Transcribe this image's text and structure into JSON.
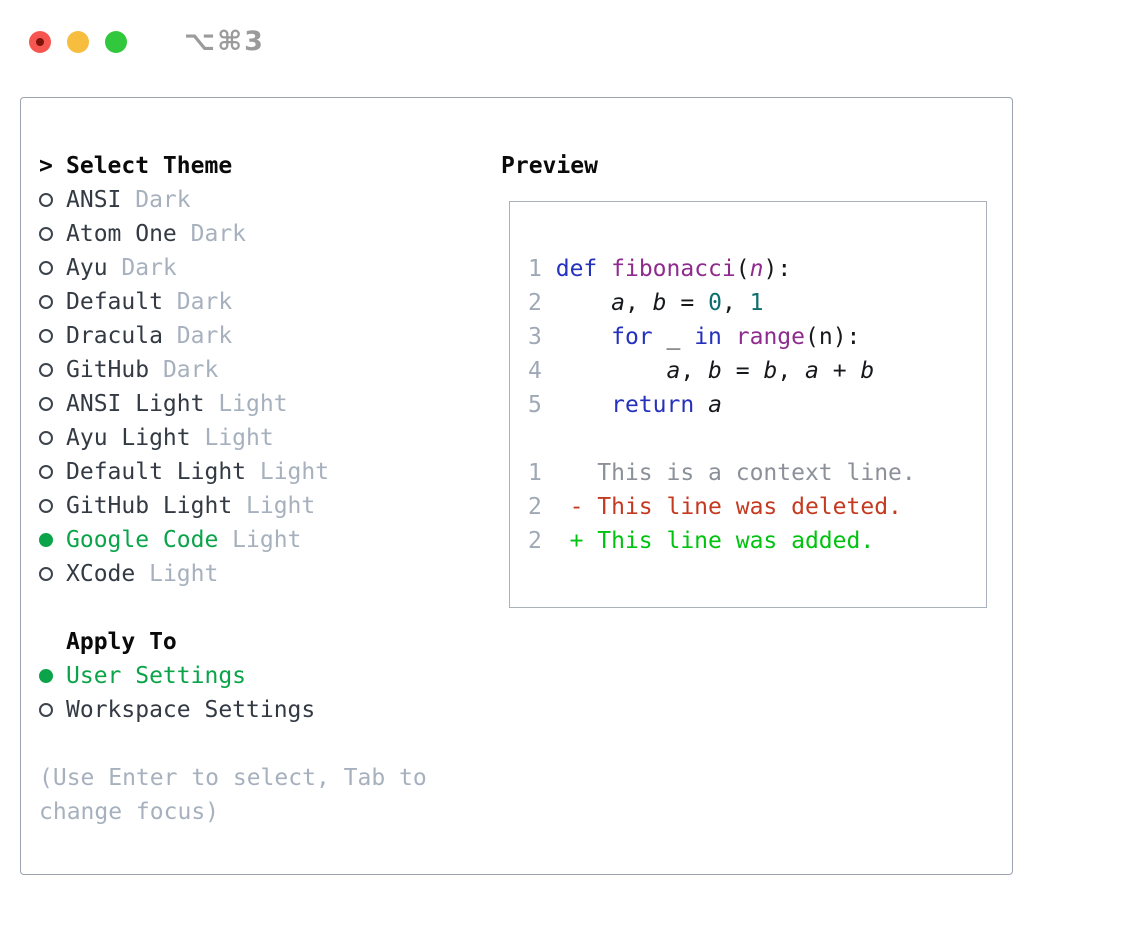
{
  "window": {
    "title": "⌥⌘3"
  },
  "themePicker": {
    "prompt": ">",
    "title": "Select Theme",
    "items": [
      {
        "name": "ANSI",
        "tag": "Dark",
        "selected": false
      },
      {
        "name": "Atom One",
        "tag": "Dark",
        "selected": false
      },
      {
        "name": "Ayu",
        "tag": "Dark",
        "selected": false
      },
      {
        "name": "Default",
        "tag": "Dark",
        "selected": false
      },
      {
        "name": "Dracula",
        "tag": "Dark",
        "selected": false
      },
      {
        "name": "GitHub",
        "tag": "Dark",
        "selected": false
      },
      {
        "name": "ANSI Light",
        "tag": "Light",
        "selected": false
      },
      {
        "name": "Ayu Light",
        "tag": "Light",
        "selected": false
      },
      {
        "name": "Default Light",
        "tag": "Light",
        "selected": false
      },
      {
        "name": "GitHub Light",
        "tag": "Light",
        "selected": false
      },
      {
        "name": "Google Code",
        "tag": "Light",
        "selected": true
      },
      {
        "name": "XCode",
        "tag": "Light",
        "selected": false
      }
    ]
  },
  "applyTo": {
    "title": "Apply To",
    "options": [
      {
        "label": "User Settings",
        "selected": true
      },
      {
        "label": "Workspace Settings",
        "selected": false
      }
    ]
  },
  "footer": {
    "hint": "(Use Enter to select, Tab to\nchange focus)"
  },
  "preview": {
    "title": "Preview",
    "lines": [
      {
        "tokens": [
          {
            "t": "1",
            "c": "ln"
          },
          {
            "t": " ",
            "c": "pl"
          },
          {
            "t": "def",
            "c": "kw"
          },
          {
            "t": " ",
            "c": "pl"
          },
          {
            "t": "fibonacci",
            "c": "fn"
          },
          {
            "t": "(",
            "c": "pl"
          },
          {
            "t": "n",
            "c": "pr"
          },
          {
            "t": "):",
            "c": "pl"
          }
        ]
      },
      {
        "tokens": [
          {
            "t": "2",
            "c": "ln"
          },
          {
            "t": "     ",
            "c": "pl"
          },
          {
            "t": "a",
            "c": "var"
          },
          {
            "t": ", ",
            "c": "pl"
          },
          {
            "t": "b",
            "c": "var"
          },
          {
            "t": " = ",
            "c": "pl"
          },
          {
            "t": "0",
            "c": "lit"
          },
          {
            "t": ", ",
            "c": "pl"
          },
          {
            "t": "1",
            "c": "lit"
          }
        ]
      },
      {
        "tokens": [
          {
            "t": "3",
            "c": "ln"
          },
          {
            "t": "     ",
            "c": "pl"
          },
          {
            "t": "for",
            "c": "kw"
          },
          {
            "t": " _ ",
            "c": "pl"
          },
          {
            "t": "in",
            "c": "kw"
          },
          {
            "t": " ",
            "c": "pl"
          },
          {
            "t": "range",
            "c": "fn"
          },
          {
            "t": "(n):",
            "c": "pl"
          }
        ]
      },
      {
        "tokens": [
          {
            "t": "4",
            "c": "ln"
          },
          {
            "t": "         ",
            "c": "pl"
          },
          {
            "t": "a",
            "c": "var"
          },
          {
            "t": ", ",
            "c": "pl"
          },
          {
            "t": "b",
            "c": "var"
          },
          {
            "t": " = ",
            "c": "pl"
          },
          {
            "t": "b",
            "c": "var"
          },
          {
            "t": ", ",
            "c": "pl"
          },
          {
            "t": "a",
            "c": "var"
          },
          {
            "t": " + ",
            "c": "pl"
          },
          {
            "t": "b",
            "c": "var"
          }
        ]
      },
      {
        "tokens": [
          {
            "t": "5",
            "c": "ln"
          },
          {
            "t": "     ",
            "c": "pl"
          },
          {
            "t": "return",
            "c": "kw"
          },
          {
            "t": " ",
            "c": "pl"
          },
          {
            "t": "a",
            "c": "var"
          }
        ]
      },
      {
        "tokens": []
      },
      {
        "tokens": [
          {
            "t": "1",
            "c": "ln"
          },
          {
            "t": "    ",
            "c": "pl"
          },
          {
            "t": "This is a context line.",
            "c": "ctx"
          }
        ]
      },
      {
        "tokens": [
          {
            "t": "2",
            "c": "ln"
          },
          {
            "t": "  ",
            "c": "pl"
          },
          {
            "t": "- This line was deleted.",
            "c": "del"
          }
        ]
      },
      {
        "tokens": [
          {
            "t": "2",
            "c": "ln"
          },
          {
            "t": "  ",
            "c": "pl"
          },
          {
            "t": "+ This line was added.",
            "c": "add"
          }
        ]
      }
    ]
  },
  "colors": {
    "panel_border": "#9aa3ae",
    "preview_border": "#a9b1bb",
    "list_text": "#333a43",
    "tag_text": "#a7b1be",
    "heading_text": "#0a0a0a",
    "hint_text": "#a7b1be",
    "circle_ring": "#3d444d",
    "accent_green": "#0ba44a",
    "line_number": "#9fa9b6",
    "code_plain": "#16181b",
    "code_keyword": "#2431bd",
    "code_function": "#8e2b8e",
    "code_param": "#8e2b8e",
    "code_literal": "#0d6e6e",
    "diff_context": "#8b9099",
    "diff_delete": "#c43a20",
    "diff_add": "#00c310",
    "title_gray": "#9b9b9b",
    "traffic_red": "#f6564f",
    "traffic_red_dot": "#7d120a",
    "traffic_yellow": "#f6bd3e",
    "traffic_green": "#32c83e"
  }
}
